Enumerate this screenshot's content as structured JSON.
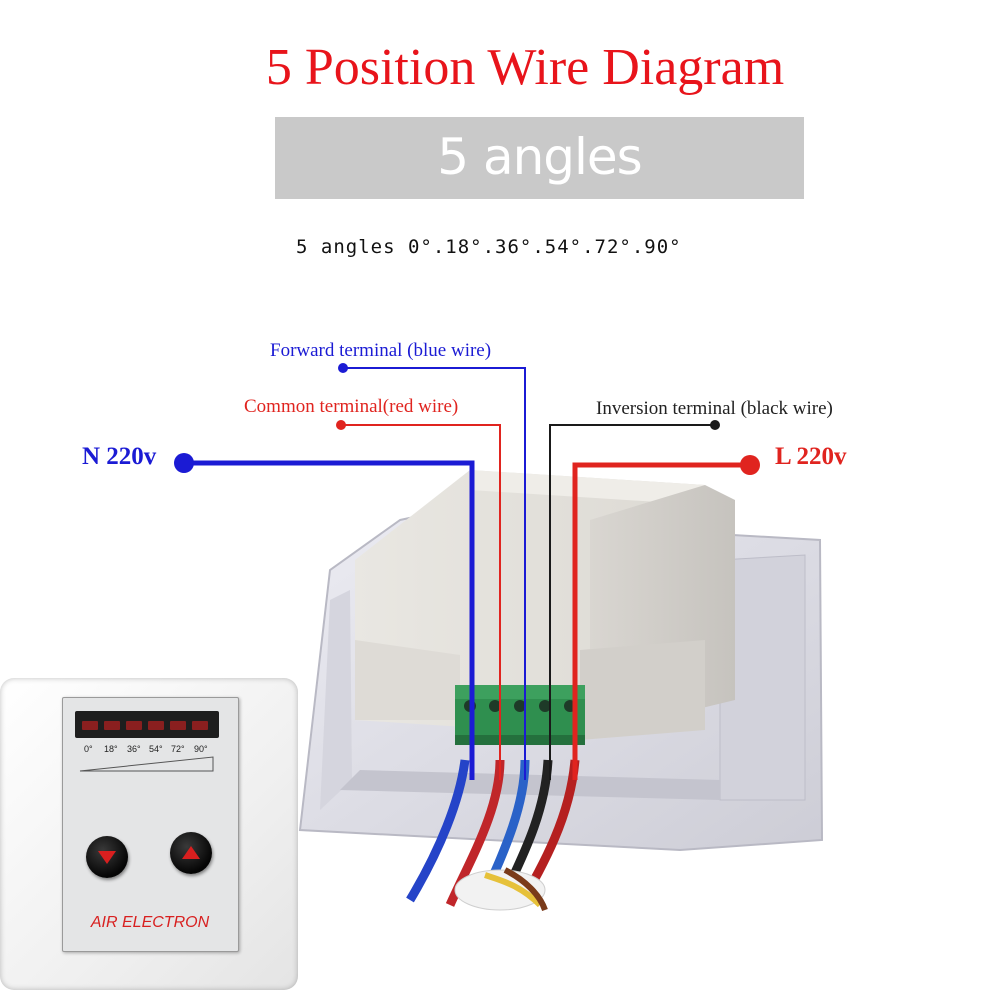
{
  "title": "5 Position Wire Diagram",
  "banner": "5 angles",
  "angles_line": "5 angles 0°.18°.36°.54°.72°.90°",
  "labels": {
    "forward": "Forward terminal (blue wire)",
    "common": "Common terminal(red wire)",
    "inversion": "Inversion terminal (black wire)",
    "neutral": "N 220v",
    "live": "L 220v"
  },
  "panel": {
    "degrees": [
      "0°",
      "18°",
      "36°",
      "54°",
      "72°",
      "90°"
    ],
    "brand": "AIR ELECTRON"
  },
  "colors": {
    "title": "#e8141b",
    "blue_wire": "#1b1bd4",
    "red_wire": "#e0241f",
    "black_wire": "#1a1a1a",
    "terminal_block": "#2f8f4f"
  },
  "icons": {
    "down_button": "triangle-down-icon",
    "up_button": "triangle-up-icon"
  }
}
